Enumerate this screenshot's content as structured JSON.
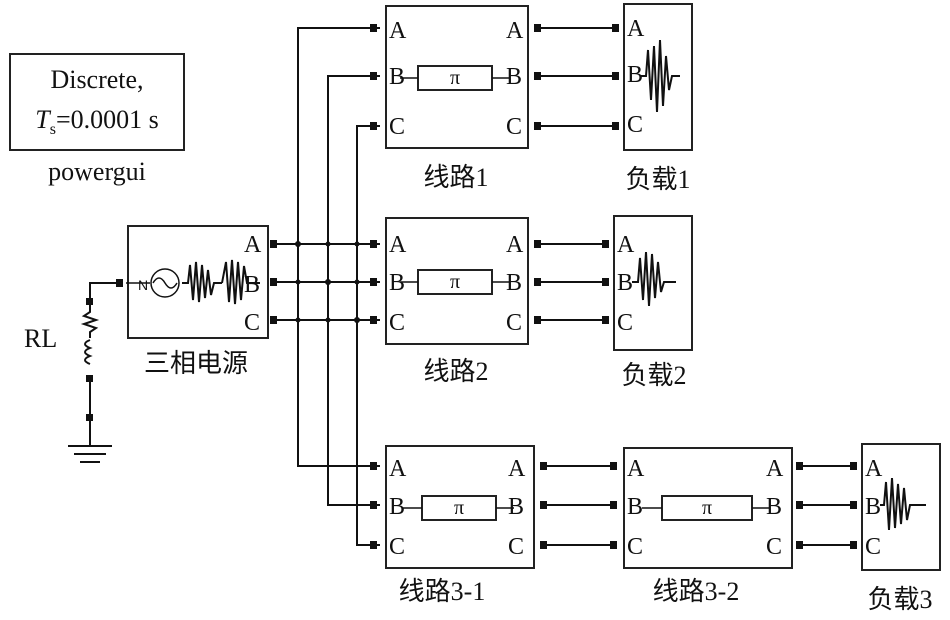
{
  "powergui": {
    "line1": "Discrete,",
    "ts_symbol": "T",
    "ts_sub": "s",
    "ts_value": "=0.0001 s",
    "caption": "powergui"
  },
  "source": {
    "caption": "三相电源",
    "ports": [
      "A",
      "B",
      "C"
    ]
  },
  "rl": {
    "label": "RL"
  },
  "pi_symbol": "π",
  "lines": [
    {
      "id": "line1",
      "caption": "线路1",
      "ports_in": [
        "A",
        "B",
        "C"
      ],
      "ports_out": [
        "A",
        "B",
        "C"
      ]
    },
    {
      "id": "line2",
      "caption": "线路2",
      "ports_in": [
        "A",
        "B",
        "C"
      ],
      "ports_out": [
        "A",
        "B",
        "C"
      ]
    },
    {
      "id": "line3_1",
      "caption": "线路3-1",
      "ports_in": [
        "A",
        "B",
        "C"
      ],
      "ports_out": [
        "A",
        "B",
        "C"
      ]
    },
    {
      "id": "line3_2",
      "caption": "线路3-2",
      "ports_in": [
        "A",
        "B",
        "C"
      ],
      "ports_out": [
        "A",
        "B",
        "C"
      ]
    }
  ],
  "loads": [
    {
      "id": "load1",
      "caption": "负载1",
      "ports": [
        "A",
        "B",
        "C"
      ]
    },
    {
      "id": "load2",
      "caption": "负载2",
      "ports": [
        "A",
        "B",
        "C"
      ]
    },
    {
      "id": "load3",
      "caption": "负载3",
      "ports": [
        "A",
        "B",
        "C"
      ]
    }
  ]
}
